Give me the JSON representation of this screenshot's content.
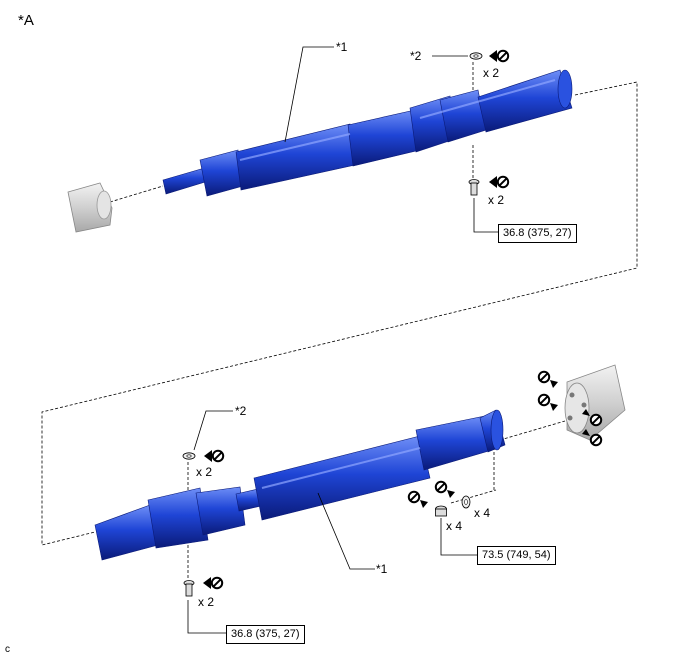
{
  "view_label": "*A",
  "corner_mark": "c",
  "callouts": {
    "shaft_top": "*1",
    "shaft_bottom": "*1",
    "washer_top": "*2",
    "washer_bottom": "*2"
  },
  "quantities": {
    "washer_top": "x 2",
    "bolt_top": "x 2",
    "washer_bottom": "x 2",
    "bolt_bottom": "x 2",
    "nut": "x 4",
    "washer_flange": "x 4"
  },
  "torques": {
    "bolt_top": "36.8 (375, 27)",
    "nut": "73.5 (749, 54)",
    "bolt_bottom": "36.8 (375, 27)"
  },
  "colors": {
    "shaft": "#1a3fcf",
    "shaft_dark": "#0c1f80",
    "shaft_light": "#5a7cf0",
    "gray_part": "#d8d8d8",
    "line": "#000000"
  },
  "icons": [
    "do-not-reuse-icon"
  ]
}
